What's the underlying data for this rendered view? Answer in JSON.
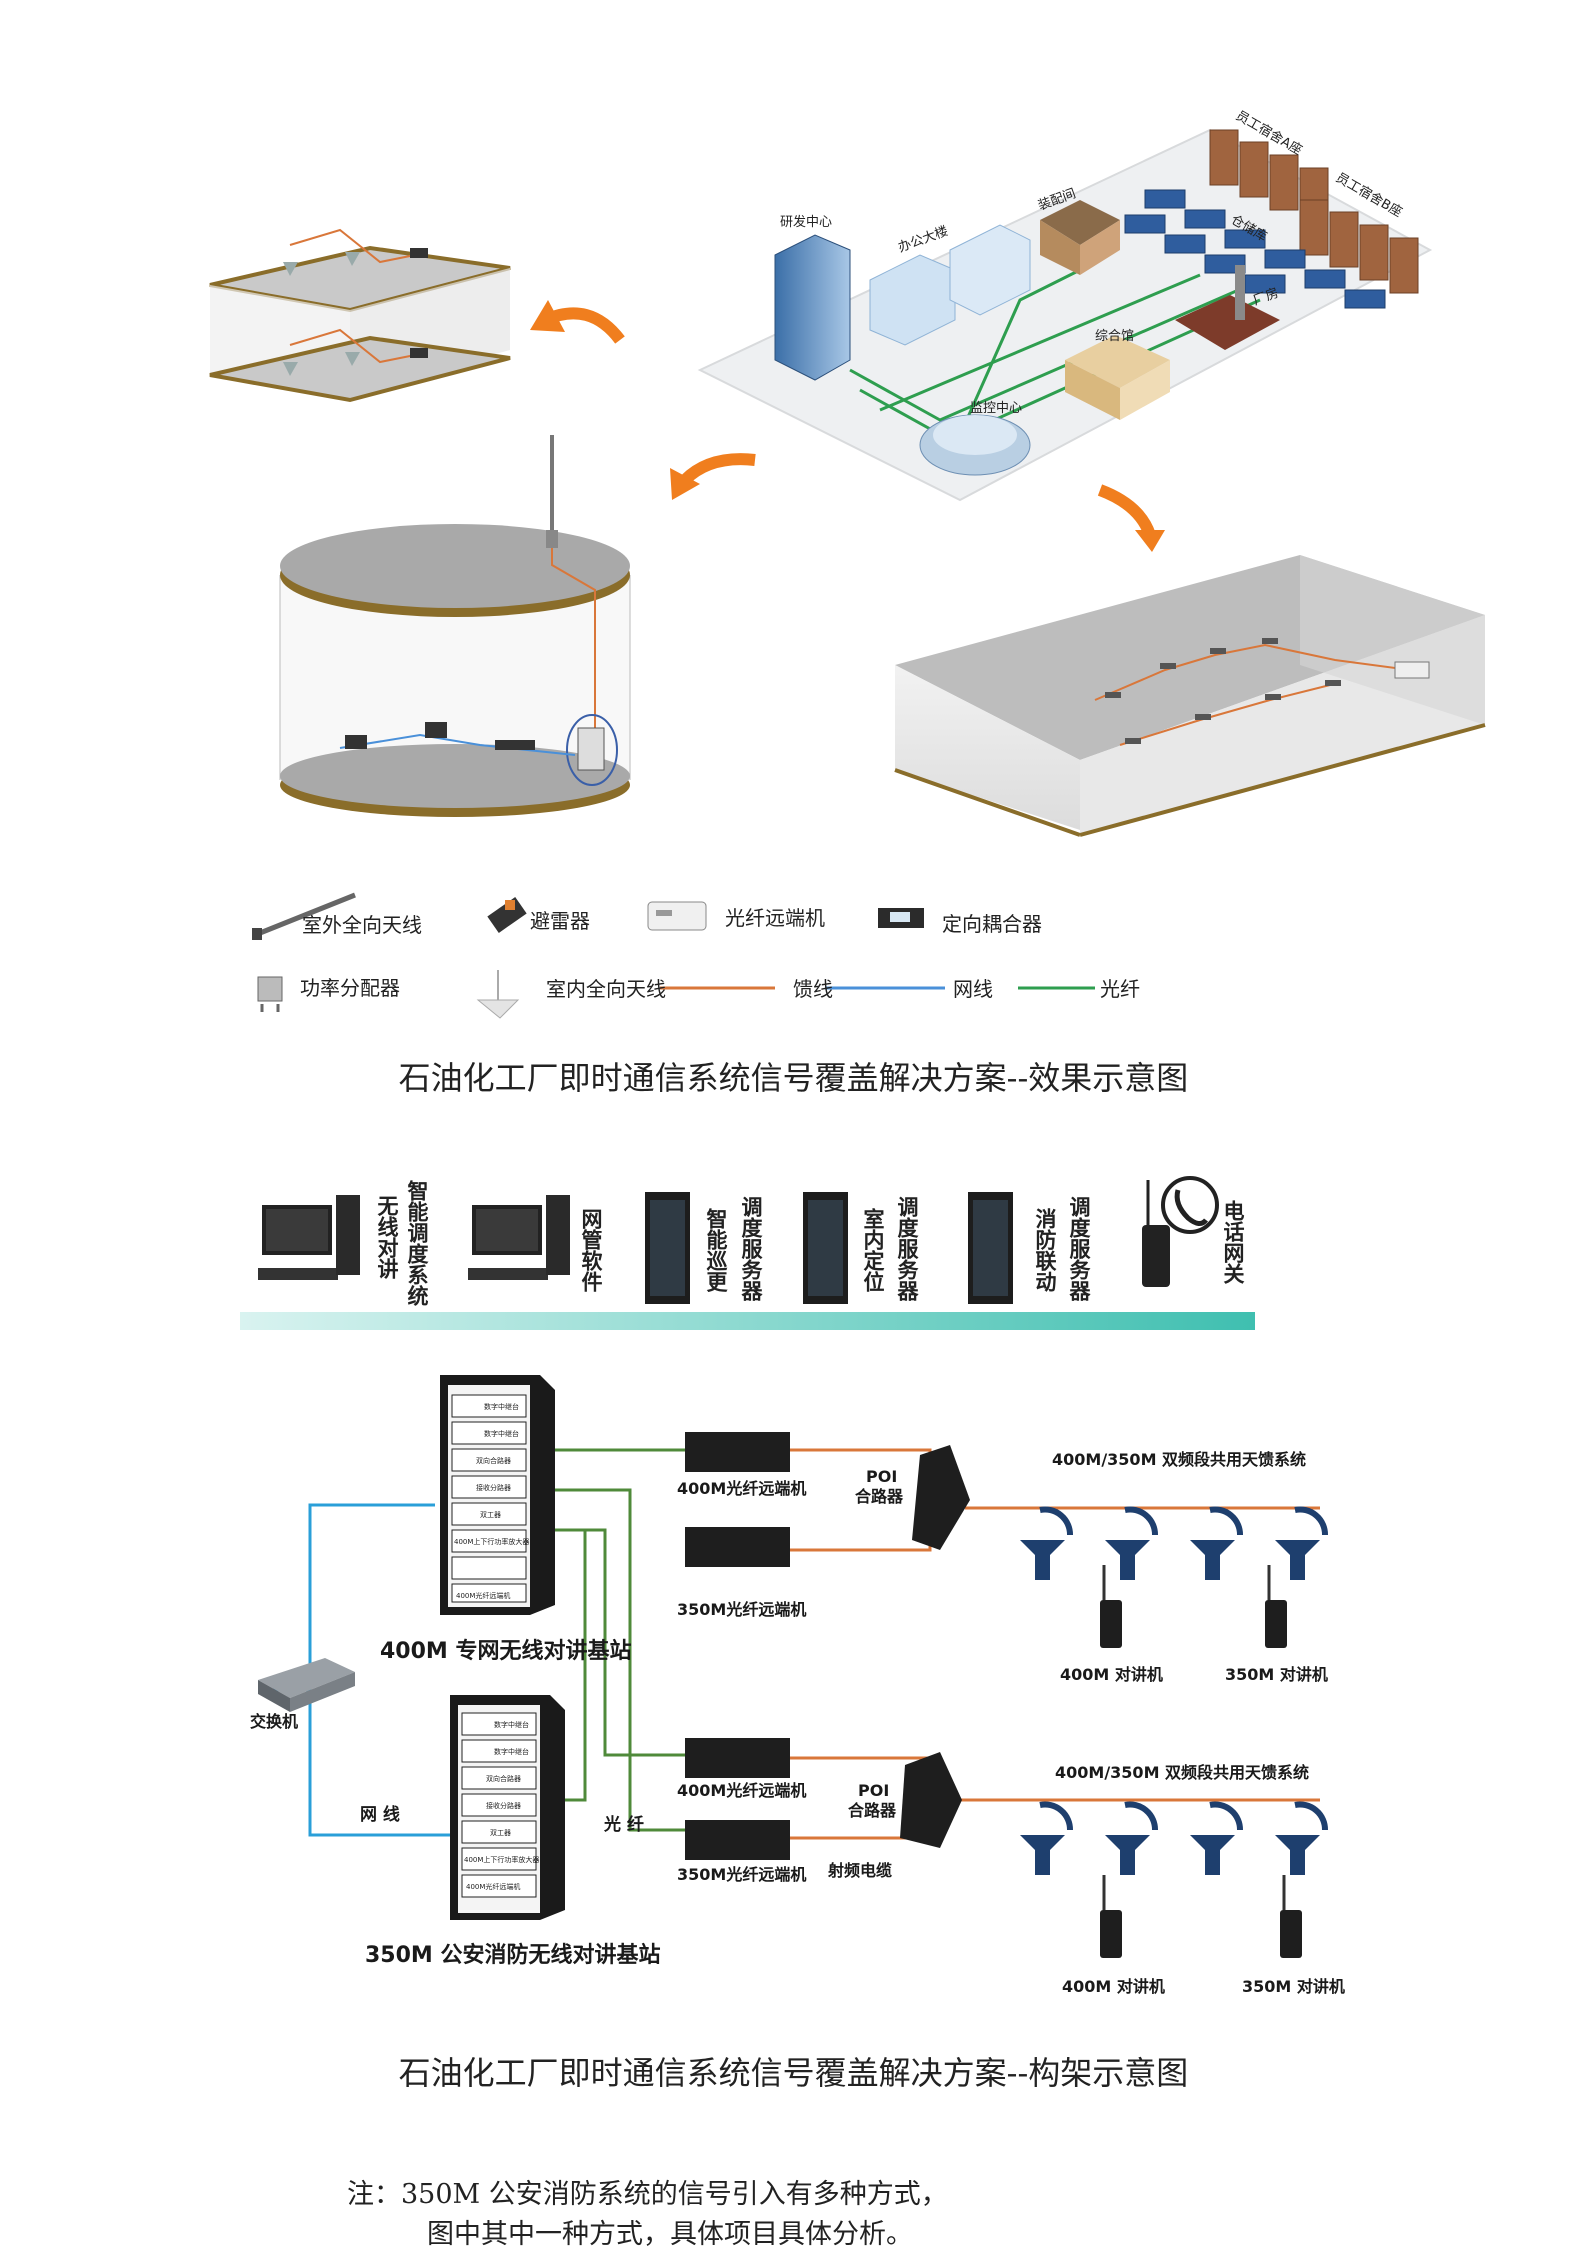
{
  "effect": {
    "buildings": {
      "rd_center": "研发中心",
      "office_building": "办公大楼",
      "distribution_room": "装配间",
      "dorm_a": "员工宿舍A座",
      "dorm_b": "员工宿舍B座",
      "warehouse": "仓储库",
      "factory": "厂房",
      "complex_hall": "综合馆",
      "monitor_center": "监控中心"
    },
    "legend": {
      "outdoor_antenna": "室外全向天线",
      "lightning_arrester": "避雷器",
      "fiber_remote": "光纤远端机",
      "directional_coupler": "定向耦合器",
      "power_splitter": "功率分配器",
      "indoor_antenna": "室内全向天线",
      "feeder": "馈线",
      "network_cable": "网线",
      "fiber": "光纤"
    },
    "colors": {
      "feeder": "#d9773a",
      "network_cable": "#4a90d9",
      "fiber": "#2e9e4f",
      "arrow": "#f07e1e"
    },
    "caption": "石油化工厂即时通信系统信号覆盖解决方案--效果示意图"
  },
  "arch": {
    "top_systems": [
      {
        "icon": "computer-icon",
        "label": "智能调度系统"
      },
      {
        "icon": "computer-icon",
        "label": "无线对讲"
      },
      {
        "icon": "computer-icon",
        "label": "网管软件"
      },
      {
        "icon": "server-icon",
        "label": "调度服务器"
      },
      {
        "icon": "server-icon",
        "label": "智能巡更"
      },
      {
        "icon": "server-icon",
        "label": "调度服务器"
      },
      {
        "icon": "server-icon",
        "label": "室内定位"
      },
      {
        "icon": "server-icon",
        "label": "调度服务器"
      },
      {
        "icon": "server-icon",
        "label": "消防联动"
      },
      {
        "icon": "phone-icon",
        "label": "电话网关"
      }
    ],
    "base_400": "400M 专网无线对讲基站",
    "base_350": "350M 公安消防无线对讲基站",
    "switch": "交换机",
    "net_line": "网 线",
    "fiber_line": "光 纤",
    "remote_400": "400M光纤远端机",
    "remote_350": "350M光纤远端机",
    "poi": "POI",
    "combiner": "合路器",
    "rf_cable": "射频电缆",
    "dual_band": "400M/350M 双频段共用天馈系统",
    "radio_400": "400M 对讲机",
    "radio_350": "350M 对讲机",
    "rack_labels": [
      "数字中继台",
      "数字中继台",
      "双向合路器",
      "接收分路器",
      "双工器",
      "400M上下行功率放大器",
      "400M光纤远端机"
    ],
    "caption": "石油化工厂即时通信系统信号覆盖解决方案--构架示意图"
  },
  "note": {
    "line1": "注：350M 公安消防系统的信号引入有多种方式，",
    "line2": "图中其中一种方式，具体项目具体分析。"
  }
}
